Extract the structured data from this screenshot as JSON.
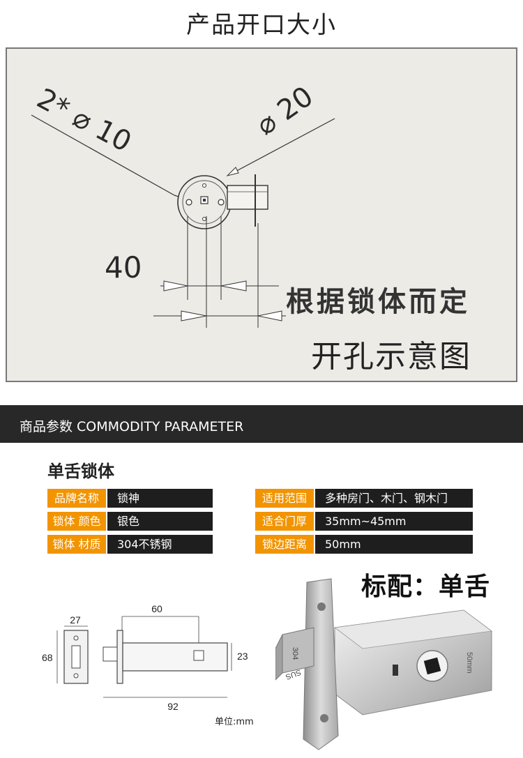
{
  "header": {
    "title": "产品开口大小"
  },
  "diagram": {
    "dim_left": "2* ⌀ 10",
    "dim_right": "⌀ 20",
    "dim_bottom": "40",
    "note": "根据锁体而定",
    "caption": "开孔示意图"
  },
  "params_bar": {
    "label": "商品参数 COMMODITY PARAMETER"
  },
  "product": {
    "name": "单舌锁体",
    "specs_left": [
      {
        "label": "品牌名称",
        "value": "锁神"
      },
      {
        "label": "锁体 颜色",
        "value": "银色"
      },
      {
        "label": "锁体 材质",
        "value": "304不锈钢"
      }
    ],
    "specs_right": [
      {
        "label": "适用范围",
        "value": "多种房门、木门、钢木门"
      },
      {
        "label": "适合门厚",
        "value": "35mm~45mm"
      },
      {
        "label": "锁边距离",
        "value": "50mm"
      }
    ],
    "standard": "标配：单舌"
  },
  "drawing": {
    "dim_27": "27",
    "dim_68": "68",
    "dim_60": "60",
    "dim_23": "23",
    "dim_92": "92",
    "unit": "单位:mm"
  },
  "photo": {
    "engrave_1": "304",
    "engrave_2": "SUS",
    "engrave_3": "50mm"
  }
}
